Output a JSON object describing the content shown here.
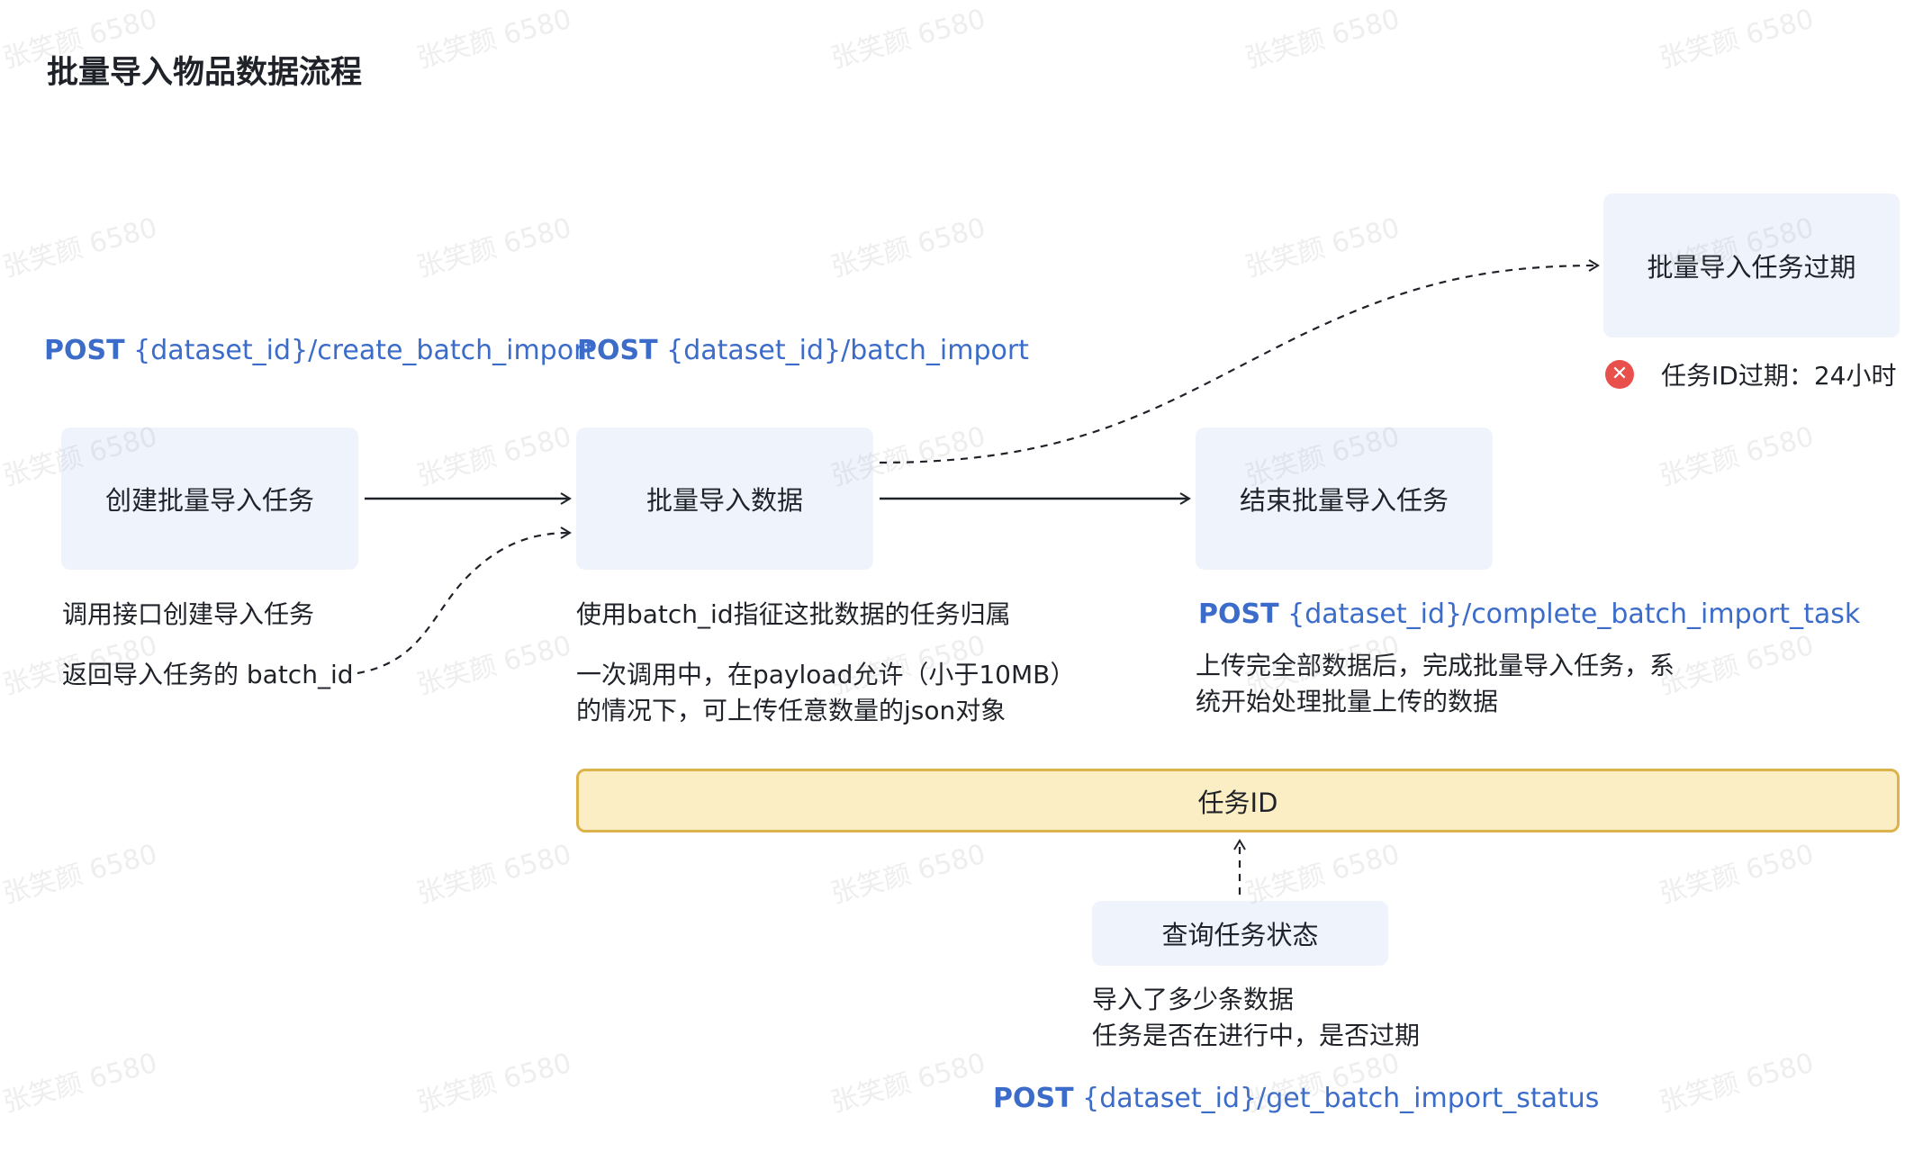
{
  "title": "批量导入物品数据流程",
  "nodes": {
    "create_task": "创建批量导入任务",
    "batch_data": "批量导入数据",
    "end_task": "结束批量导入任务",
    "expired": "批量导入任务过期",
    "task_id": "任务ID",
    "query_status": "查询任务状态"
  },
  "apis": {
    "create": {
      "method": "POST",
      "path": "{dataset_id}/create_batch_import"
    },
    "batch": {
      "method": "POST",
      "path": "{dataset_id}/batch_import"
    },
    "complete": {
      "method": "POST",
      "path": "{dataset_id}/complete_batch_import_task"
    },
    "status": {
      "method": "POST",
      "path": "{dataset_id}/get_batch_import_status"
    }
  },
  "notes": {
    "create_line1": "调用接口创建导入任务",
    "create_line2": "返回导入任务的 batch_id",
    "batch_line1": "使用batch_id指征这批数据的任务归属",
    "batch_line2": "一次调用中，在payload允许（小于10MB）",
    "batch_line3": "的情况下，可上传任意数量的json对象",
    "end_line1": "上传完全部数据后，完成批量导入任务，系",
    "end_line2": "统开始处理批量上传的数据",
    "query_line1": "导入了多少条数据",
    "query_line2": "任务是否在进行中，是否过期",
    "expire_text": "任务ID过期：24小时"
  },
  "icons": {
    "expire": "close-circle-icon"
  },
  "colors": {
    "api_blue": "#3c6cc9",
    "node_bg": "#eff3fc",
    "taskid_bg": "#fbeec4",
    "taskid_border": "#dcb24a",
    "error_red": "#e8504b"
  },
  "watermark": "张笑颜 6580"
}
